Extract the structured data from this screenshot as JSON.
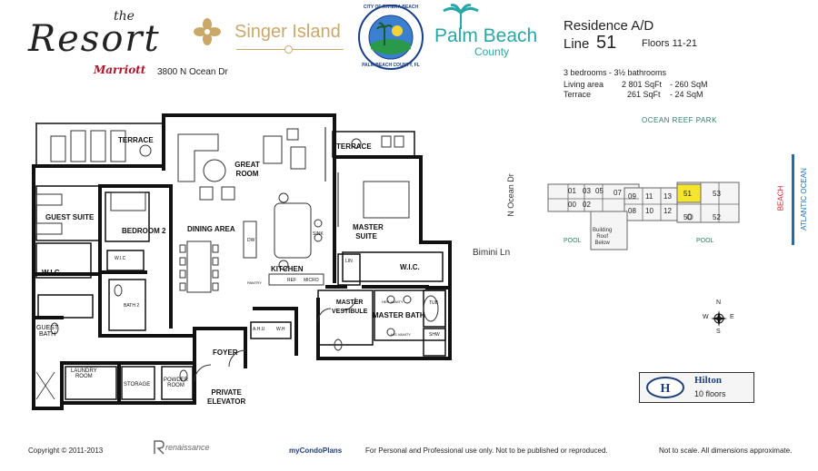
{
  "header": {
    "resort_the": "the",
    "resort_name": "Resort",
    "marriott": "Marriott",
    "address": "3800 N Ocean Dr",
    "singer_island": "Singer Island",
    "seal_top": "CITY OF RIVIERA BEACH",
    "seal_bottom": "PALM BEACH COUNTY, FL",
    "palm_beach": "Palm Beach",
    "county": "County"
  },
  "residence": {
    "title": "Residence A/D",
    "line_label": "Line",
    "line_number": "51",
    "floors": "Floors 11-21",
    "rooms": "3 bedrooms - 3½ bathrooms",
    "living_label": "Living area",
    "living_sqft": "2 801 SqFt",
    "living_sqm": "- 260 SqM",
    "terrace_label": "Terrace",
    "terrace_sqft": "261 SqFt",
    "terrace_sqm": "- 24 SqM"
  },
  "floorplan": {
    "terrace_main": "TERRACE",
    "terrace_master": "TERRACE",
    "great_room": "GREAT\nROOM",
    "guest_suite": "GUEST SUITE",
    "bedroom2": "BEDROOM 2",
    "dining": "DINING AREA",
    "kitchen": "KITCHEN",
    "master_suite": "MASTER\nSUITE",
    "wic1": "W.I.C.",
    "wic2": "W.I.C",
    "wic3": "W.I.C.",
    "bath2": "BATH 2",
    "guest_bath": "GUEST\nBATH",
    "laundry": "LAUNDRY\nROOM",
    "storage": "STORAGE",
    "powder": "POWDER\nROOM",
    "foyer": "FOYER",
    "private_elevator": "PRIVATE\nELEVATOR",
    "master_vestibule": "MASTER\nVESTIBULE",
    "master_bath": "MASTER BATH",
    "lin": "LIN",
    "sink": "SINK",
    "dw": "DW",
    "pantry": "PANTRY",
    "ref": "REF",
    "micro": "MICRO",
    "ahu": "A.H.U",
    "wh": "W.H",
    "her_vanity": "HER VANITY",
    "his_vanity": "HIS VANITY",
    "tub": "TUB",
    "shw": "SHW"
  },
  "siteplan": {
    "ocean_reef_park": "OCEAN REEF PARK",
    "n_ocean_dr": "N Ocean Dr",
    "bimini_ln": "Bimini Ln",
    "beach": "BEACH",
    "atlantic_ocean": "ATLANTIC OCEAN",
    "pool1": "POOL",
    "pool2": "POOL",
    "building_roof": "Building\nRoof\nBelow",
    "units_top": [
      "01",
      "03",
      "05",
      "07",
      "09",
      "11",
      "13",
      "51",
      "53"
    ],
    "units_bottom": [
      "00",
      "02",
      "08",
      "10",
      "12",
      "50",
      "52"
    ],
    "compass_n": "N",
    "compass_s": "S",
    "compass_e": "E",
    "compass_w": "W",
    "hilton": "Hilton",
    "hilton_floors": "10 floors",
    "highlight_color": "#f5e52c"
  },
  "footer": {
    "copyright": "Copyright © 2011-2013",
    "renaissance": "renaissance",
    "mycondoplans": "myCondoPlans",
    "use_notice": "For Personal and Professional use only.  Not to be published or reproduced.",
    "scale_notice": "Not to scale.  All dimensions approximate."
  },
  "colors": {
    "singer_gold": "#c9a86a",
    "palm_teal": "#2aa6a6",
    "marriott_red": "#b0162a",
    "beach_red": "#c8202a",
    "ocean_blue": "#1a6fb5",
    "green_label": "#2a7f5f",
    "hilton_blue": "#1f3f7a"
  }
}
